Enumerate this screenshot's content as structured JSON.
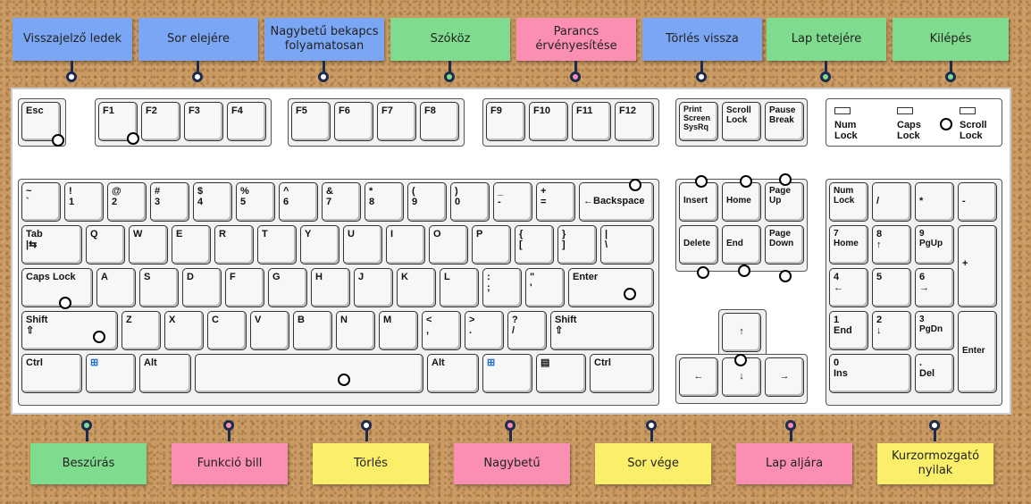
{
  "top_notes": [
    {
      "label": "Visszajelző ledek",
      "color": "blue"
    },
    {
      "label": "Sor elejére",
      "color": "blue"
    },
    {
      "label": "Nagybetű bekapcs folyamatosan",
      "color": "blue"
    },
    {
      "label": "Szóköz",
      "color": "green"
    },
    {
      "label": "Parancs érvényesítése",
      "color": "pink"
    },
    {
      "label": "Törlés vissza",
      "color": "blue"
    },
    {
      "label": "Lap tetejére",
      "color": "green"
    },
    {
      "label": "Kilépés",
      "color": "green"
    }
  ],
  "bottom_notes": [
    {
      "label": "Beszúrás",
      "color": "green"
    },
    {
      "label": "Funkció bill",
      "color": "pink"
    },
    {
      "label": "Törlés",
      "color": "yellow"
    },
    {
      "label": "Nagybetű",
      "color": "pink"
    },
    {
      "label": "Sor vége",
      "color": "yellow"
    },
    {
      "label": "Lap aljára",
      "color": "pink"
    },
    {
      "label": "Kurzormozgató nyilak",
      "color": "yellow"
    }
  ],
  "keys": {
    "esc": "Esc",
    "f1": "F1",
    "f2": "F2",
    "f3": "F3",
    "f4": "F4",
    "f5": "F5",
    "f6": "F6",
    "f7": "F7",
    "f8": "F8",
    "f9": "F9",
    "f10": "F10",
    "f11": "F11",
    "f12": "F12",
    "print": "Print\nScreen\nSysRq",
    "scroll": "Scroll\nLock",
    "pause": "Pause\nBreak",
    "tilde": "~\n`",
    "k1": "!\n1",
    "k2": "@\n2",
    "k3": "#\n3",
    "k4": "$\n4",
    "k5": "%\n5",
    "k6": "^\n6",
    "k7": "&\n7",
    "k8": "*\n8",
    "k9": "(\n9",
    "k0": ")\n0",
    "minus": "_\n-",
    "equals": "+\n=",
    "backspace": "←Backspace",
    "tab": "Tab\n|⇆",
    "q": "Q",
    "w": "W",
    "e": "E",
    "r": "R",
    "t": "T",
    "y": "Y",
    "u": "U",
    "i": "I",
    "o": "O",
    "p": "P",
    "lbrace": "{\n[",
    "rbrace": "}\n]",
    "pipe": "|\n\\",
    "caps": "Caps Lock",
    "a": "A",
    "s": "S",
    "d": "D",
    "f": "F",
    "g": "G",
    "h": "H",
    "j": "J",
    "k": "K",
    "l": "L",
    "colon": ":\n;",
    "quote": "\"\n'",
    "enter": "Enter",
    "shiftl": "Shift\n⇧",
    "z": "Z",
    "x": "X",
    "c": "C",
    "v": "V",
    "b": "B",
    "n": "N",
    "m": "M",
    "lt": "<\n,",
    "gt": ">\n.",
    "qm": "?\n/",
    "shiftr": "Shift\n⇧",
    "ctrll": "Ctrl",
    "win": "⊞",
    "altl": "Alt",
    "space": "",
    "altr": "Alt",
    "winr": "⊞",
    "menu": "▤",
    "ctrlr": "Ctrl",
    "insert": "Insert",
    "home": "Home",
    "pgup": "Page\nUp",
    "delete": "Delete",
    "end": "End",
    "pgdn": "Page\nDown",
    "up": "↑",
    "left": "←",
    "down": "↓",
    "right": "→",
    "numlock": "Num\nLock",
    "slash": "/",
    "star": "*",
    "nminus": "-",
    "n7": "7\nHome",
    "n8": "8\n↑",
    "n9": "9\nPgUp",
    "plus": "+",
    "n4": "4\n←",
    "n5": "5",
    "n6": "6\n→",
    "n1": "1\nEnd",
    "n2": "2\n↓",
    "n3": "3\nPgDn",
    "nenter": "Enter",
    "n0": "0\nIns",
    "ndel": ".\nDel"
  },
  "leds": {
    "num": "Num\nLock",
    "caps": "Caps\nLock",
    "scroll": "Scroll\nLock"
  }
}
